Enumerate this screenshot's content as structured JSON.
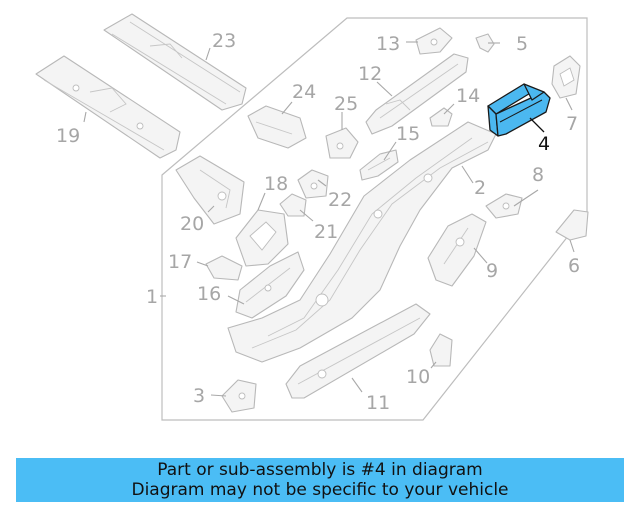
{
  "diagram": {
    "highlighted_part": "4",
    "highlight_color": "#4bb8f0",
    "callouts": [
      "1",
      "2",
      "3",
      "4",
      "5",
      "6",
      "7",
      "8",
      "9",
      "10",
      "11",
      "12",
      "13",
      "14",
      "15",
      "16",
      "17",
      "18",
      "19",
      "20",
      "21",
      "22",
      "23",
      "24",
      "25"
    ]
  },
  "banner": {
    "line1": "Part or sub-assembly is #4 in diagram",
    "line2": "Diagram may not be specific to your vehicle",
    "background": "#4bbdf5"
  }
}
